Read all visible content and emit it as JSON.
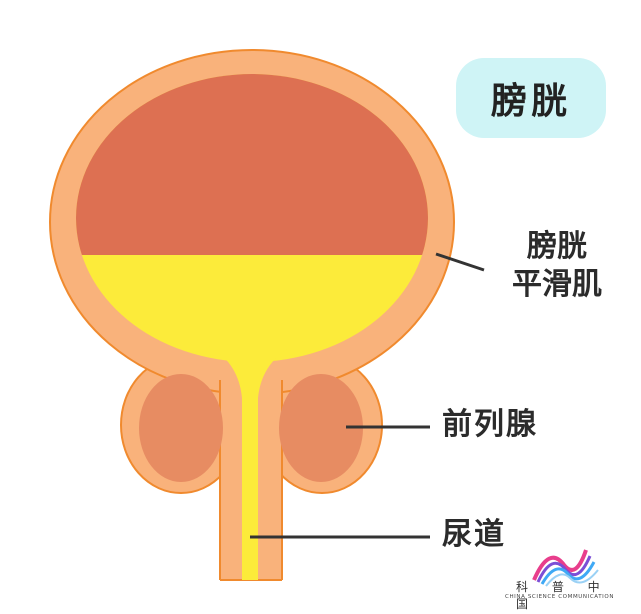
{
  "title": "膀胱",
  "labels": {
    "muscle_line1": "膀胱",
    "muscle_line2": "平滑肌",
    "prostate": "前列腺",
    "urethra": "尿道"
  },
  "logo": {
    "name": "科 普 中 国",
    "subtitle": "CHINA SCIENCE COMMUNICATION"
  },
  "colors": {
    "outer_wall": "#F9B27B",
    "outer_stroke": "#F08A2E",
    "upper_fill": "#DD7052",
    "urine": "#FCEB3A",
    "prostate": "#E78C62",
    "badge": "#CFF4F6",
    "line": "#333333"
  }
}
